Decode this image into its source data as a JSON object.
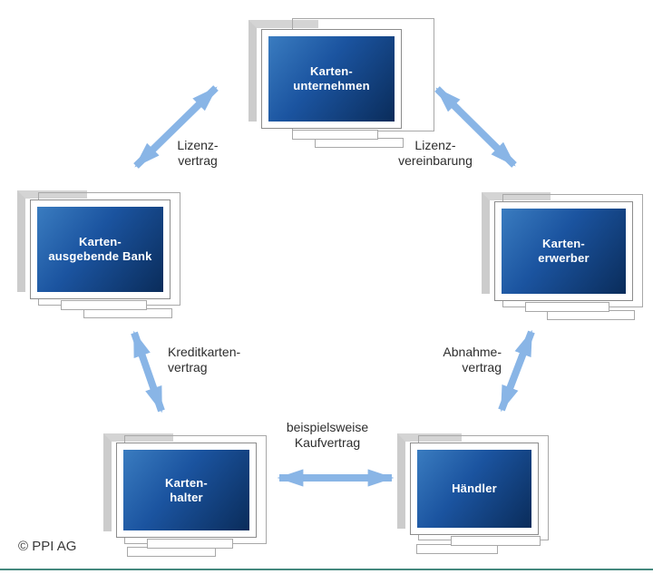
{
  "diagram": {
    "title_context": "card scheme relationship diagram",
    "nodes": [
      {
        "id": "kartenunternehmen",
        "label": [
          "Karten-",
          "unternehmen"
        ]
      },
      {
        "id": "kartenausgebende-bank",
        "label": [
          "Karten-",
          "ausgebende Bank"
        ]
      },
      {
        "id": "kartenerwerber",
        "label": [
          "Karten-",
          "erwerber"
        ]
      },
      {
        "id": "kartenhalter",
        "label": [
          "Karten-",
          "halter"
        ]
      },
      {
        "id": "haendler",
        "label": [
          "Händler"
        ]
      }
    ],
    "edges": [
      {
        "id": "lizenzvertrag",
        "from": "kartenunternehmen",
        "to": "kartenausgebende-bank",
        "label": [
          "Lizenz-",
          "vertrag"
        ]
      },
      {
        "id": "lizenzvereinbarung",
        "from": "kartenunternehmen",
        "to": "kartenerwerber",
        "label": [
          "Lizenz-",
          "vereinbarung"
        ]
      },
      {
        "id": "kreditkartenvertrag",
        "from": "kartenausgebende-bank",
        "to": "kartenhalter",
        "label": [
          "Kreditkarten-",
          "vertrag"
        ]
      },
      {
        "id": "abnahmevertrag",
        "from": "kartenerwerber",
        "to": "haendler",
        "label": [
          "Abnahme-",
          "vertrag"
        ]
      },
      {
        "id": "kaufvertrag",
        "from": "kartenhalter",
        "to": "haendler",
        "label": [
          "beispielsweise",
          "Kaufvertrag"
        ]
      }
    ],
    "footer": {
      "copyright": "© PPI AG"
    },
    "colors": {
      "arrow": "#89b5e6",
      "screen_gradient_start": "#3a7cc0",
      "screen_gradient_end": "#0a2c5a",
      "monitor_frame_border": "#8c8c8c",
      "shadow_gray": "#d4d4d4",
      "bottom_rule": "#44897e",
      "label_text": "#2d2d2d"
    }
  }
}
